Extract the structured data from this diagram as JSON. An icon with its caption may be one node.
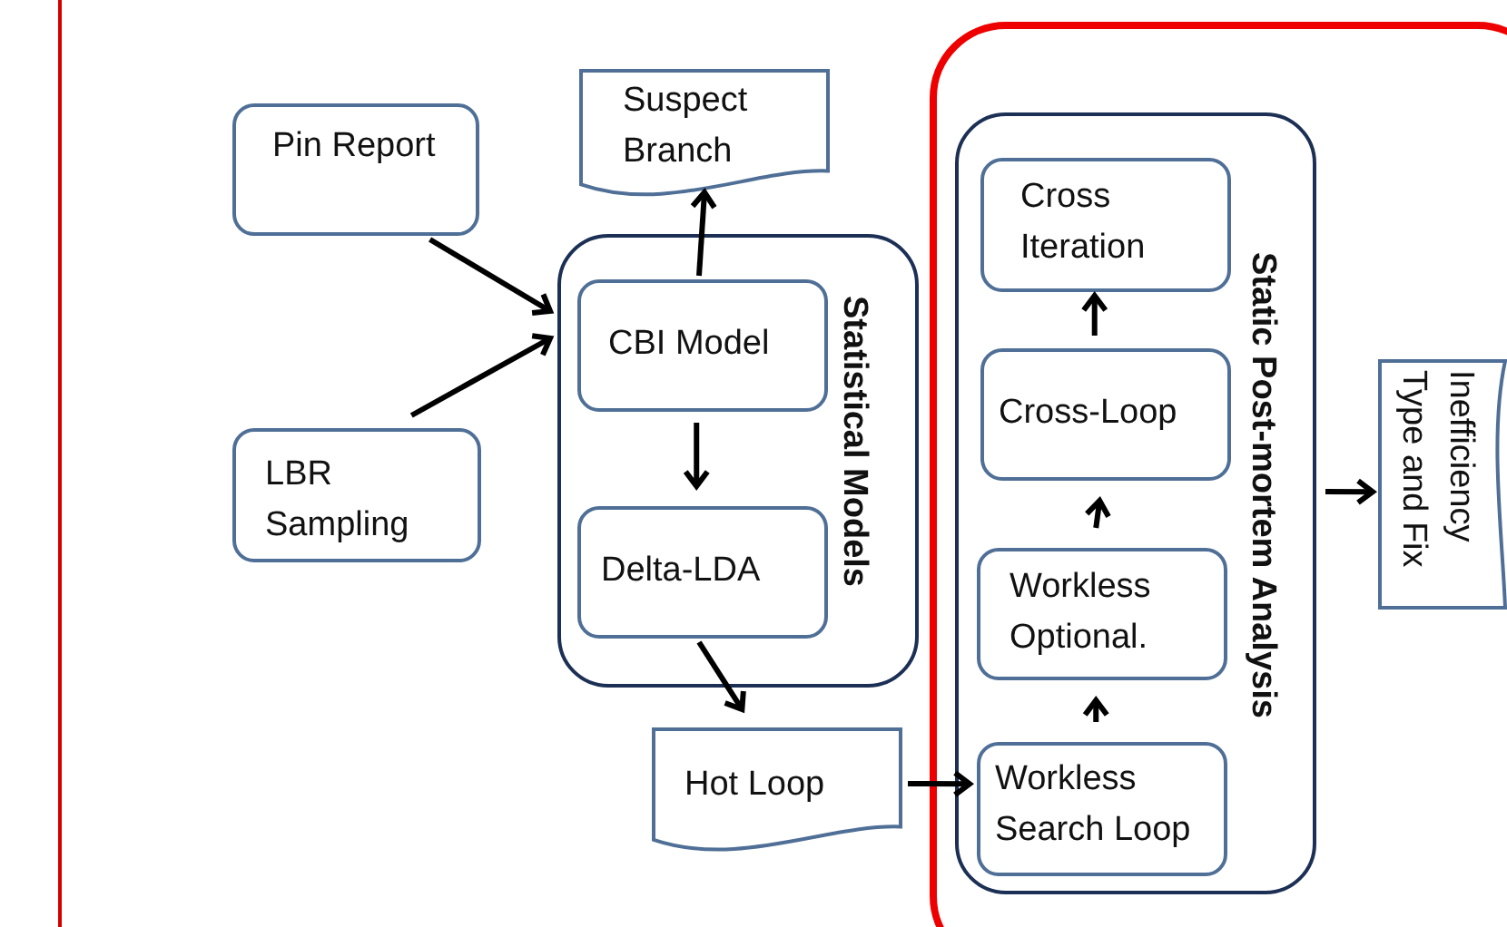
{
  "diagram": {
    "nodes": [
      {
        "text": [
          "Pin Report"
        ]
      },
      {
        "text": [
          "LBR Sampling"
        ]
      },
      {
        "text": [
          "Suspect Branch"
        ]
      },
      {
        "text": [
          "Statistical Models"
        ]
      },
      {
        "text": [
          "CBI Model"
        ],
        "in": 3
      },
      {
        "text": [
          "Delta-LDA"
        ],
        "in": 3
      },
      {
        "text": [
          "Hot Loop"
        ]
      },
      {
        "text": [
          "Static Post-mortem Analysis"
        ]
      },
      {
        "text": [
          "Cross Iteration"
        ],
        "in": 7
      },
      {
        "text": [
          "Cross-Loop"
        ],
        "in": 7
      },
      {
        "text": [
          "Workless Optional."
        ],
        "in": 7
      },
      {
        "text": [
          "Workless Search Loop"
        ],
        "in": 7
      },
      {
        "text": [
          "Inefficiency Type and Fix"
        ]
      }
    ],
    "edges": [
      {
        "from": 0,
        "to": 3,
        "arrow": "to"
      },
      {
        "from": 1,
        "to": 3,
        "arrow": "to"
      },
      {
        "from": 4,
        "to": 2,
        "arrow": "to"
      },
      {
        "from": 4,
        "to": 5,
        "arrow": "to"
      },
      {
        "from": 5,
        "to": 6,
        "arrow": "to"
      },
      {
        "from": 6,
        "to": 11,
        "arrow": "to"
      },
      {
        "from": 11,
        "to": 10,
        "arrow": "to"
      },
      {
        "from": 10,
        "to": 9,
        "arrow": "to"
      },
      {
        "from": 9,
        "to": 8,
        "arrow": "to"
      },
      {
        "from": 7,
        "to": 12,
        "arrow": "to"
      }
    ]
  }
}
